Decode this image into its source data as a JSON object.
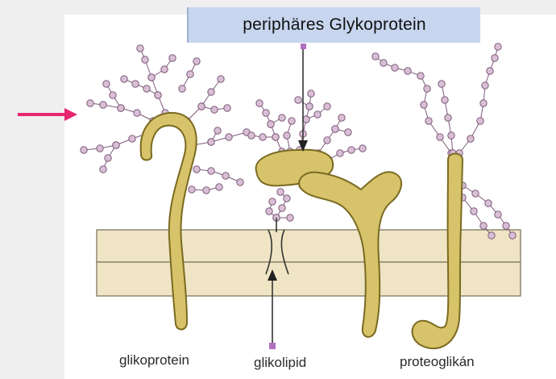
{
  "callout": {
    "text": "periphäres Glykoprotein"
  },
  "captions": {
    "glycoprotein": "glikoprotein",
    "glycolipid": "glikolipid",
    "proteoglycan": "proteoglikán"
  },
  "colors": {
    "background": "#efefef",
    "panel": "#ffffff",
    "membrane": "#efe4c4",
    "membrane_edge": "#8f8870",
    "protein": "#d6c36a",
    "protein_edge": "#7a6a22",
    "sugar_bead": "#d9bfd6",
    "sugar_edge": "#7d5b7a",
    "callout_bg": "#c7d6ee",
    "arrow_pink": "#e8256f",
    "marker_purple": "#b070c0"
  },
  "icons": {
    "left_pointer": "arrow-right-icon"
  }
}
